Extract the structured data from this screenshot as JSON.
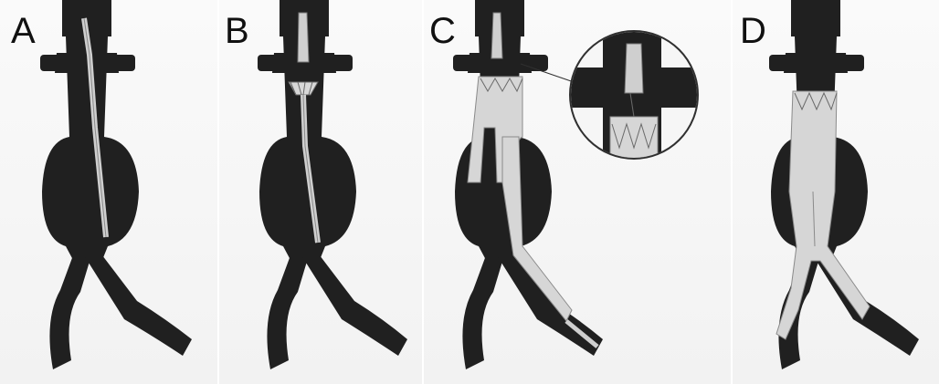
{
  "figure": {
    "panels": [
      {
        "id": "A",
        "label": "A"
      },
      {
        "id": "B",
        "label": "B"
      },
      {
        "id": "C",
        "label": "C"
      },
      {
        "id": "D",
        "label": "D"
      }
    ]
  },
  "colors": {
    "vessel": "#202020",
    "graft": "#d6d6d6",
    "graft_stroke": "#9a9a9a",
    "background": "#f6f6f6"
  }
}
